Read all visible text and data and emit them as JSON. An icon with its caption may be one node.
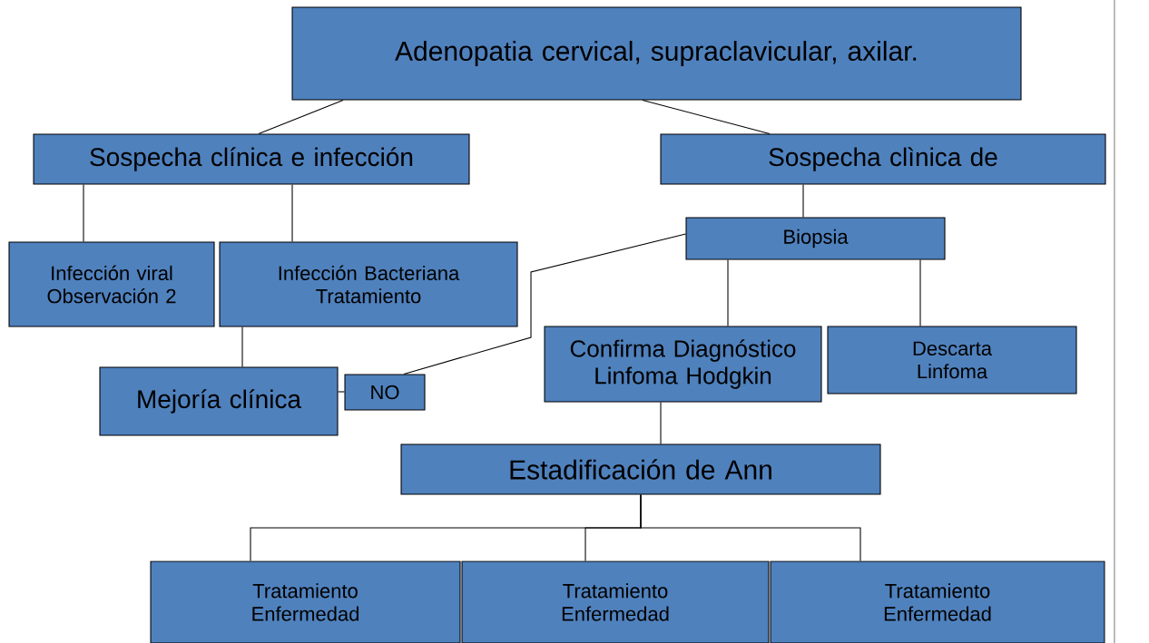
{
  "diagram": {
    "nodes": [
      {
        "text": [
          "Adenopatia cervical, supraclavicular, axilar."
        ]
      },
      {
        "text": [
          "Sospecha clínica e infección"
        ]
      },
      {
        "text": [
          "Sospecha clìnica de"
        ]
      },
      {
        "text": [
          "Infección viral Observación 2"
        ]
      },
      {
        "text": [
          "Infección Bacteriana Tratamiento"
        ]
      },
      {
        "text": [
          "Mejoría clínica"
        ]
      },
      {
        "text": [
          "NO"
        ]
      },
      {
        "text": [
          "Biopsia"
        ]
      },
      {
        "text": [
          "Confirma Diagnóstico Linfoma Hodgkin"
        ]
      },
      {
        "text": [
          "Descarta Linfoma"
        ]
      },
      {
        "text": [
          "Estadificación de Ann"
        ]
      },
      {
        "text": [
          "Tratamiento Enfermedad"
        ]
      },
      {
        "text": [
          "Tratamiento Enfermedad"
        ]
      },
      {
        "text": [
          "Tratamiento Enfermedad"
        ]
      }
    ],
    "edges": [
      {
        "from": 0,
        "to": 1,
        "arrow": "none"
      },
      {
        "from": 0,
        "to": 2,
        "arrow": "none"
      },
      {
        "from": 1,
        "to": 3,
        "arrow": "none"
      },
      {
        "from": 1,
        "to": 4,
        "arrow": "none"
      },
      {
        "from": 4,
        "to": 5,
        "arrow": "none"
      },
      {
        "from": 5,
        "to": 6,
        "arrow": "none"
      },
      {
        "from": 6,
        "to": 7,
        "arrow": "none"
      },
      {
        "from": 2,
        "to": 7,
        "arrow": "none"
      },
      {
        "from": 7,
        "to": 8,
        "arrow": "none"
      },
      {
        "from": 7,
        "to": 9,
        "arrow": "none"
      },
      {
        "from": 8,
        "to": 10,
        "arrow": "none"
      },
      {
        "from": 10,
        "to": 11,
        "arrow": "none"
      },
      {
        "from": 10,
        "to": 12,
        "arrow": "none"
      },
      {
        "from": 10,
        "to": 13,
        "arrow": "none"
      }
    ]
  }
}
